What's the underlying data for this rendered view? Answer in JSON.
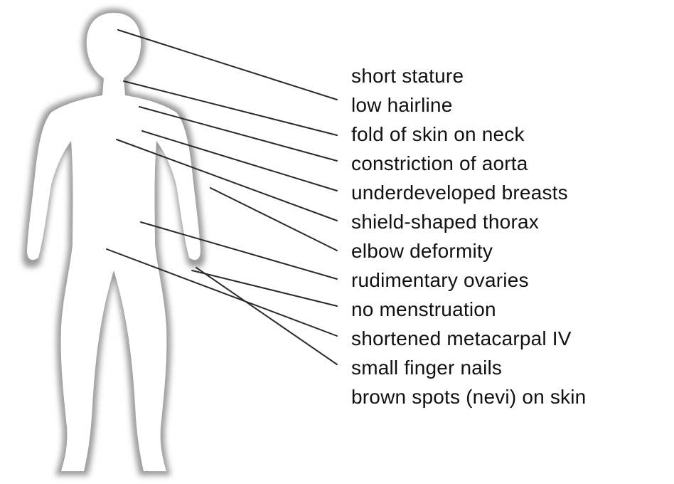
{
  "colors": {
    "background": "#ffffff",
    "figure_fill": "#ffffff",
    "figure_shadow": "#8a8a8a",
    "leader_line": "#2a2a2a",
    "label_text": "#111111"
  },
  "figure": {
    "icon": "human-body-silhouette-icon"
  },
  "labels": [
    "short stature",
    "low hairline",
    "fold of skin on neck",
    "constriction of aorta",
    "underdeveloped breasts",
    "shield-shaped thorax",
    "elbow deformity",
    "rudimentary ovaries",
    "no menstruation",
    "shortened metacarpal IV",
    "small finger nails",
    "brown spots (nevi) on skin"
  ]
}
